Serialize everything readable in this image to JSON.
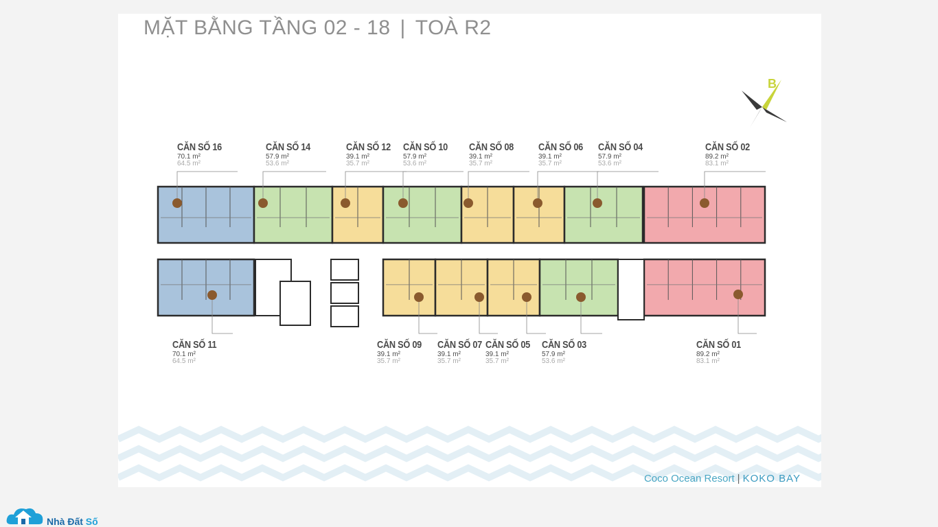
{
  "title": {
    "floor": "MẶT BẰNG TẦNG 02 - 18",
    "separator": "|",
    "building": "TOÀ R2"
  },
  "compass": {
    "letter": "B"
  },
  "units": [
    {
      "name": "CĂN SỐ 16",
      "area1": "70.1 m²",
      "area2": "64.5 m²",
      "row": "top",
      "color": "#a9c3dc"
    },
    {
      "name": "CĂN SỐ 14",
      "area1": "57.9 m²",
      "area2": "53.6 m²",
      "row": "top",
      "color": "#c7e3b0"
    },
    {
      "name": "CĂN SỐ 12",
      "area1": "39.1 m²",
      "area2": "35.7 m²",
      "row": "top",
      "color": "#f6dd9a"
    },
    {
      "name": "CĂN SỐ 10",
      "area1": "57.9 m²",
      "area2": "53.6 m²",
      "row": "top",
      "color": "#c7e3b0"
    },
    {
      "name": "CĂN SỐ 08",
      "area1": "39.1 m²",
      "area2": "35.7 m²",
      "row": "top",
      "color": "#f6dd9a"
    },
    {
      "name": "CĂN SỐ 06",
      "area1": "39.1 m²",
      "area2": "35.7 m²",
      "row": "top",
      "color": "#f6dd9a"
    },
    {
      "name": "CĂN SỐ 04",
      "area1": "57.9 m²",
      "area2": "53.6 m²",
      "row": "top",
      "color": "#c7e3b0"
    },
    {
      "name": "CĂN SỐ 02",
      "area1": "89.2 m²",
      "area2": "83.1 m²",
      "row": "top",
      "color": "#f2a9ad"
    },
    {
      "name": "CĂN SỐ 11",
      "area1": "70.1 m²",
      "area2": "64.5 m²",
      "row": "bottom",
      "color": "#a9c3dc"
    },
    {
      "name": "CĂN SỐ 09",
      "area1": "39.1 m²",
      "area2": "35.7 m²",
      "row": "bottom",
      "color": "#f6dd9a"
    },
    {
      "name": "CĂN SỐ 07",
      "area1": "39.1 m²",
      "area2": "35.7 m²",
      "row": "bottom",
      "color": "#f6dd9a"
    },
    {
      "name": "CĂN SỐ 05",
      "area1": "39.1 m²",
      "area2": "35.7 m²",
      "row": "bottom",
      "color": "#f6dd9a"
    },
    {
      "name": "CĂN SỐ 03",
      "area1": "57.9 m²",
      "area2": "53.6 m²",
      "row": "bottom",
      "color": "#c7e3b0"
    },
    {
      "name": "CĂN SỐ 01",
      "area1": "89.2 m²",
      "area2": "83.1 m²",
      "row": "bottom",
      "color": "#f2a9ad"
    }
  ],
  "brand": {
    "resort": "Coco Ocean Resort",
    "separator": "|",
    "logo": "KOKO BAY"
  },
  "watermark": {
    "part1": "Nhà Đất ",
    "part2": "Số"
  },
  "colors": {
    "wave": "#e6f1f6",
    "marker": "#8a5a2e",
    "wall": "#2b2b2b"
  }
}
